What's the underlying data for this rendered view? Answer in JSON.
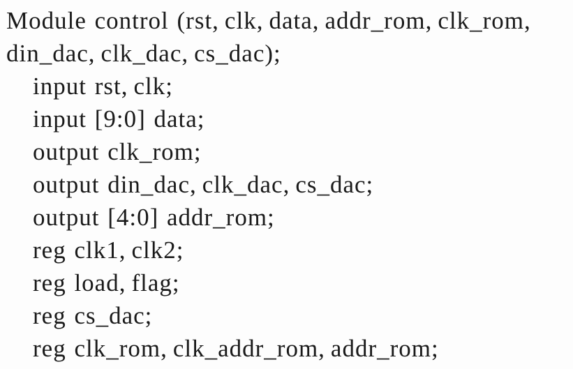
{
  "page": {
    "background_color": "#fdfdfd",
    "text_color": "#1a1a1a"
  },
  "code": {
    "lines": [
      "Module control (rst,clk,data,addr_rom,clk_rom,",
      "din_dac,clk_dac,cs_dac);",
      "input rst,clk;",
      "input [9:0] data;",
      "output clk_rom;",
      "output din_dac,clk_dac,cs_dac;",
      "output [4:0] addr_rom;",
      "reg clk1,clk2;",
      "reg load,flag;",
      "reg cs_dac;",
      "reg clk_rom,clk_addr_rom,addr_rom;"
    ]
  }
}
